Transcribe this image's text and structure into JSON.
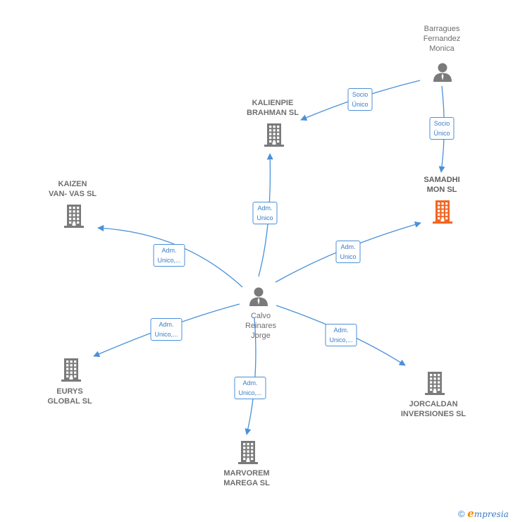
{
  "people": [
    {
      "id": "calvo",
      "label": "Calvo\nReinares\nJorge"
    },
    {
      "id": "barragues",
      "label": "Barragues\nFernandez\nMonica"
    }
  ],
  "companies": [
    {
      "id": "kalienpie",
      "label": "KALIENPIE\nBRAHMAN  SL",
      "highlight": false
    },
    {
      "id": "samadhi",
      "label": "SAMADHI\nMON  SL",
      "highlight": true
    },
    {
      "id": "kaizen",
      "label": "KAIZEN\nVAN- VAS  SL",
      "highlight": false
    },
    {
      "id": "eurys",
      "label": "EURYS\nGLOBAL  SL",
      "highlight": false
    },
    {
      "id": "marvorem",
      "label": "MARVOREM\nMAREGA  SL",
      "highlight": false
    },
    {
      "id": "jorcaldan",
      "label": "JORCALDAN\nINVERSIONES SL",
      "highlight": false
    }
  ],
  "edges": [
    {
      "from": "calvo",
      "to": "kalienpie",
      "label": "Adm.\nUnico"
    },
    {
      "from": "calvo",
      "to": "samadhi",
      "label": "Adm.\nUnico"
    },
    {
      "from": "calvo",
      "to": "kaizen",
      "label": "Adm.\nUnico,..."
    },
    {
      "from": "calvo",
      "to": "eurys",
      "label": "Adm.\nUnico,..."
    },
    {
      "from": "calvo",
      "to": "marvorem",
      "label": "Adm.\nUnico,..."
    },
    {
      "from": "calvo",
      "to": "jorcaldan",
      "label": "Adm.\nUnico,..."
    },
    {
      "from": "barragues",
      "to": "kalienpie",
      "label": "Socio\nÚnico"
    },
    {
      "from": "barragues",
      "to": "samadhi",
      "label": "Socio\nÚnico"
    }
  ],
  "colors": {
    "edge": "#4a90d9",
    "node_gray": "#7a7a7a",
    "node_highlight": "#f26522"
  },
  "footer": {
    "copyright": "©",
    "brand_initial": "e",
    "brand_rest": "mpresia"
  }
}
